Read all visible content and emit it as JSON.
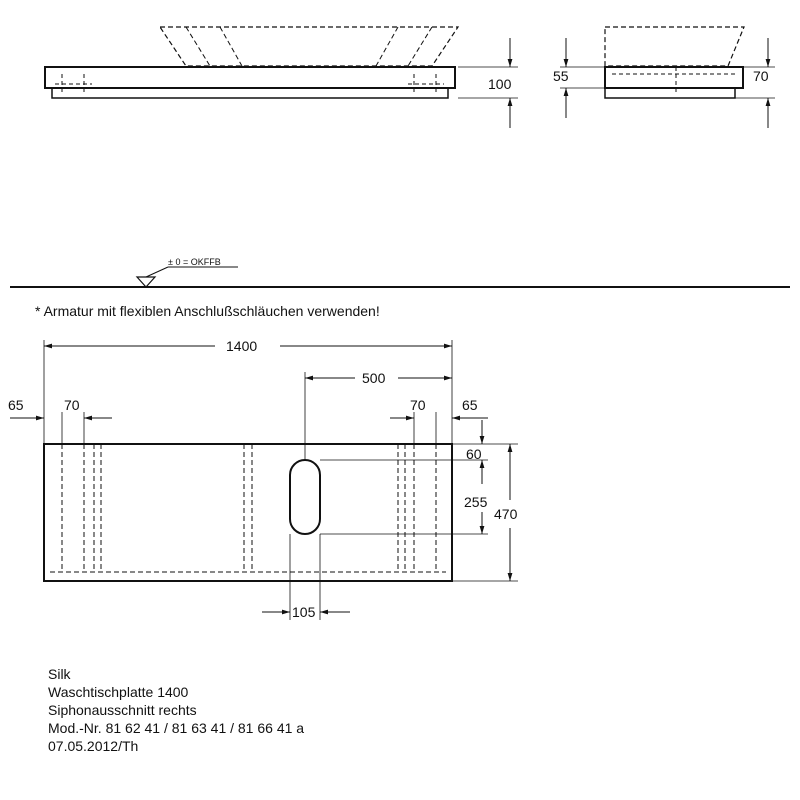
{
  "note": "* Armatur mit flexiblen Anschlußschläuchen verwenden!",
  "level_label": "± 0 = OKFFB",
  "front_view": {
    "height_label": "100"
  },
  "side_view": {
    "left_label": "55",
    "right_label": "70"
  },
  "plan_view": {
    "width_label": "1400",
    "cutout_offset_label": "500",
    "left_edge_label": "65",
    "left_spacing_label": "70",
    "right_spacing_label": "70",
    "right_edge_label": "65",
    "top_offset_label": "60",
    "cutout_height_label": "255",
    "depth_label": "470",
    "cutout_width_label": "105"
  },
  "title_block": {
    "line1": "Silk",
    "line2": "Waschtischplatte 1400",
    "line3": "Siphonausschnitt rechts",
    "line4": "Mod.-Nr. 81 62 41 / 81 63 41 / 81 66 41 a",
    "line5": "07.05.2012/Th"
  }
}
